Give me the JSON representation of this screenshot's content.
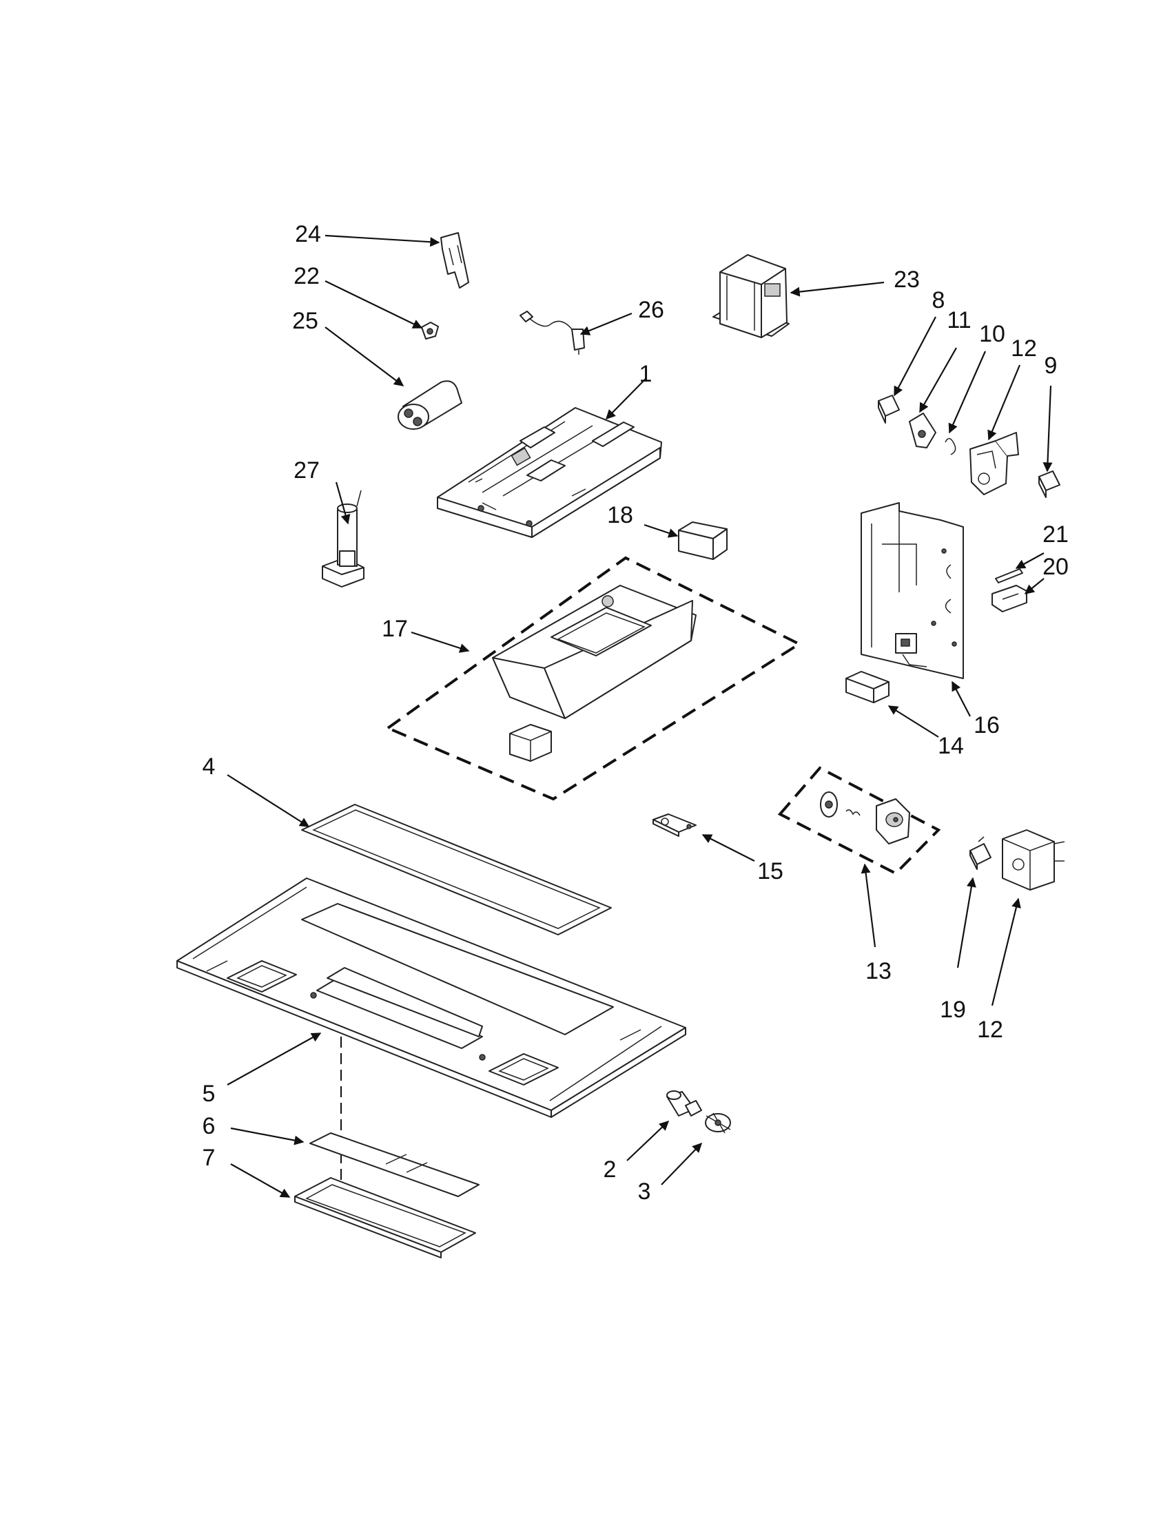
{
  "callouts": {
    "c1": "1",
    "c2": "2",
    "c3": "3",
    "c4": "4",
    "c5": "5",
    "c6": "6",
    "c7": "7",
    "c8": "8",
    "c9": "9",
    "c10": "10",
    "c11": "11",
    "c12a": "12",
    "c12b": "12",
    "c13": "13",
    "c14": "14",
    "c15": "15",
    "c16": "16",
    "c17": "17",
    "c18": "18",
    "c19": "19",
    "c20": "20",
    "c21": "21",
    "c22": "22",
    "c23": "23",
    "c24": "24",
    "c25": "25",
    "c26": "26",
    "c27": "27"
  }
}
